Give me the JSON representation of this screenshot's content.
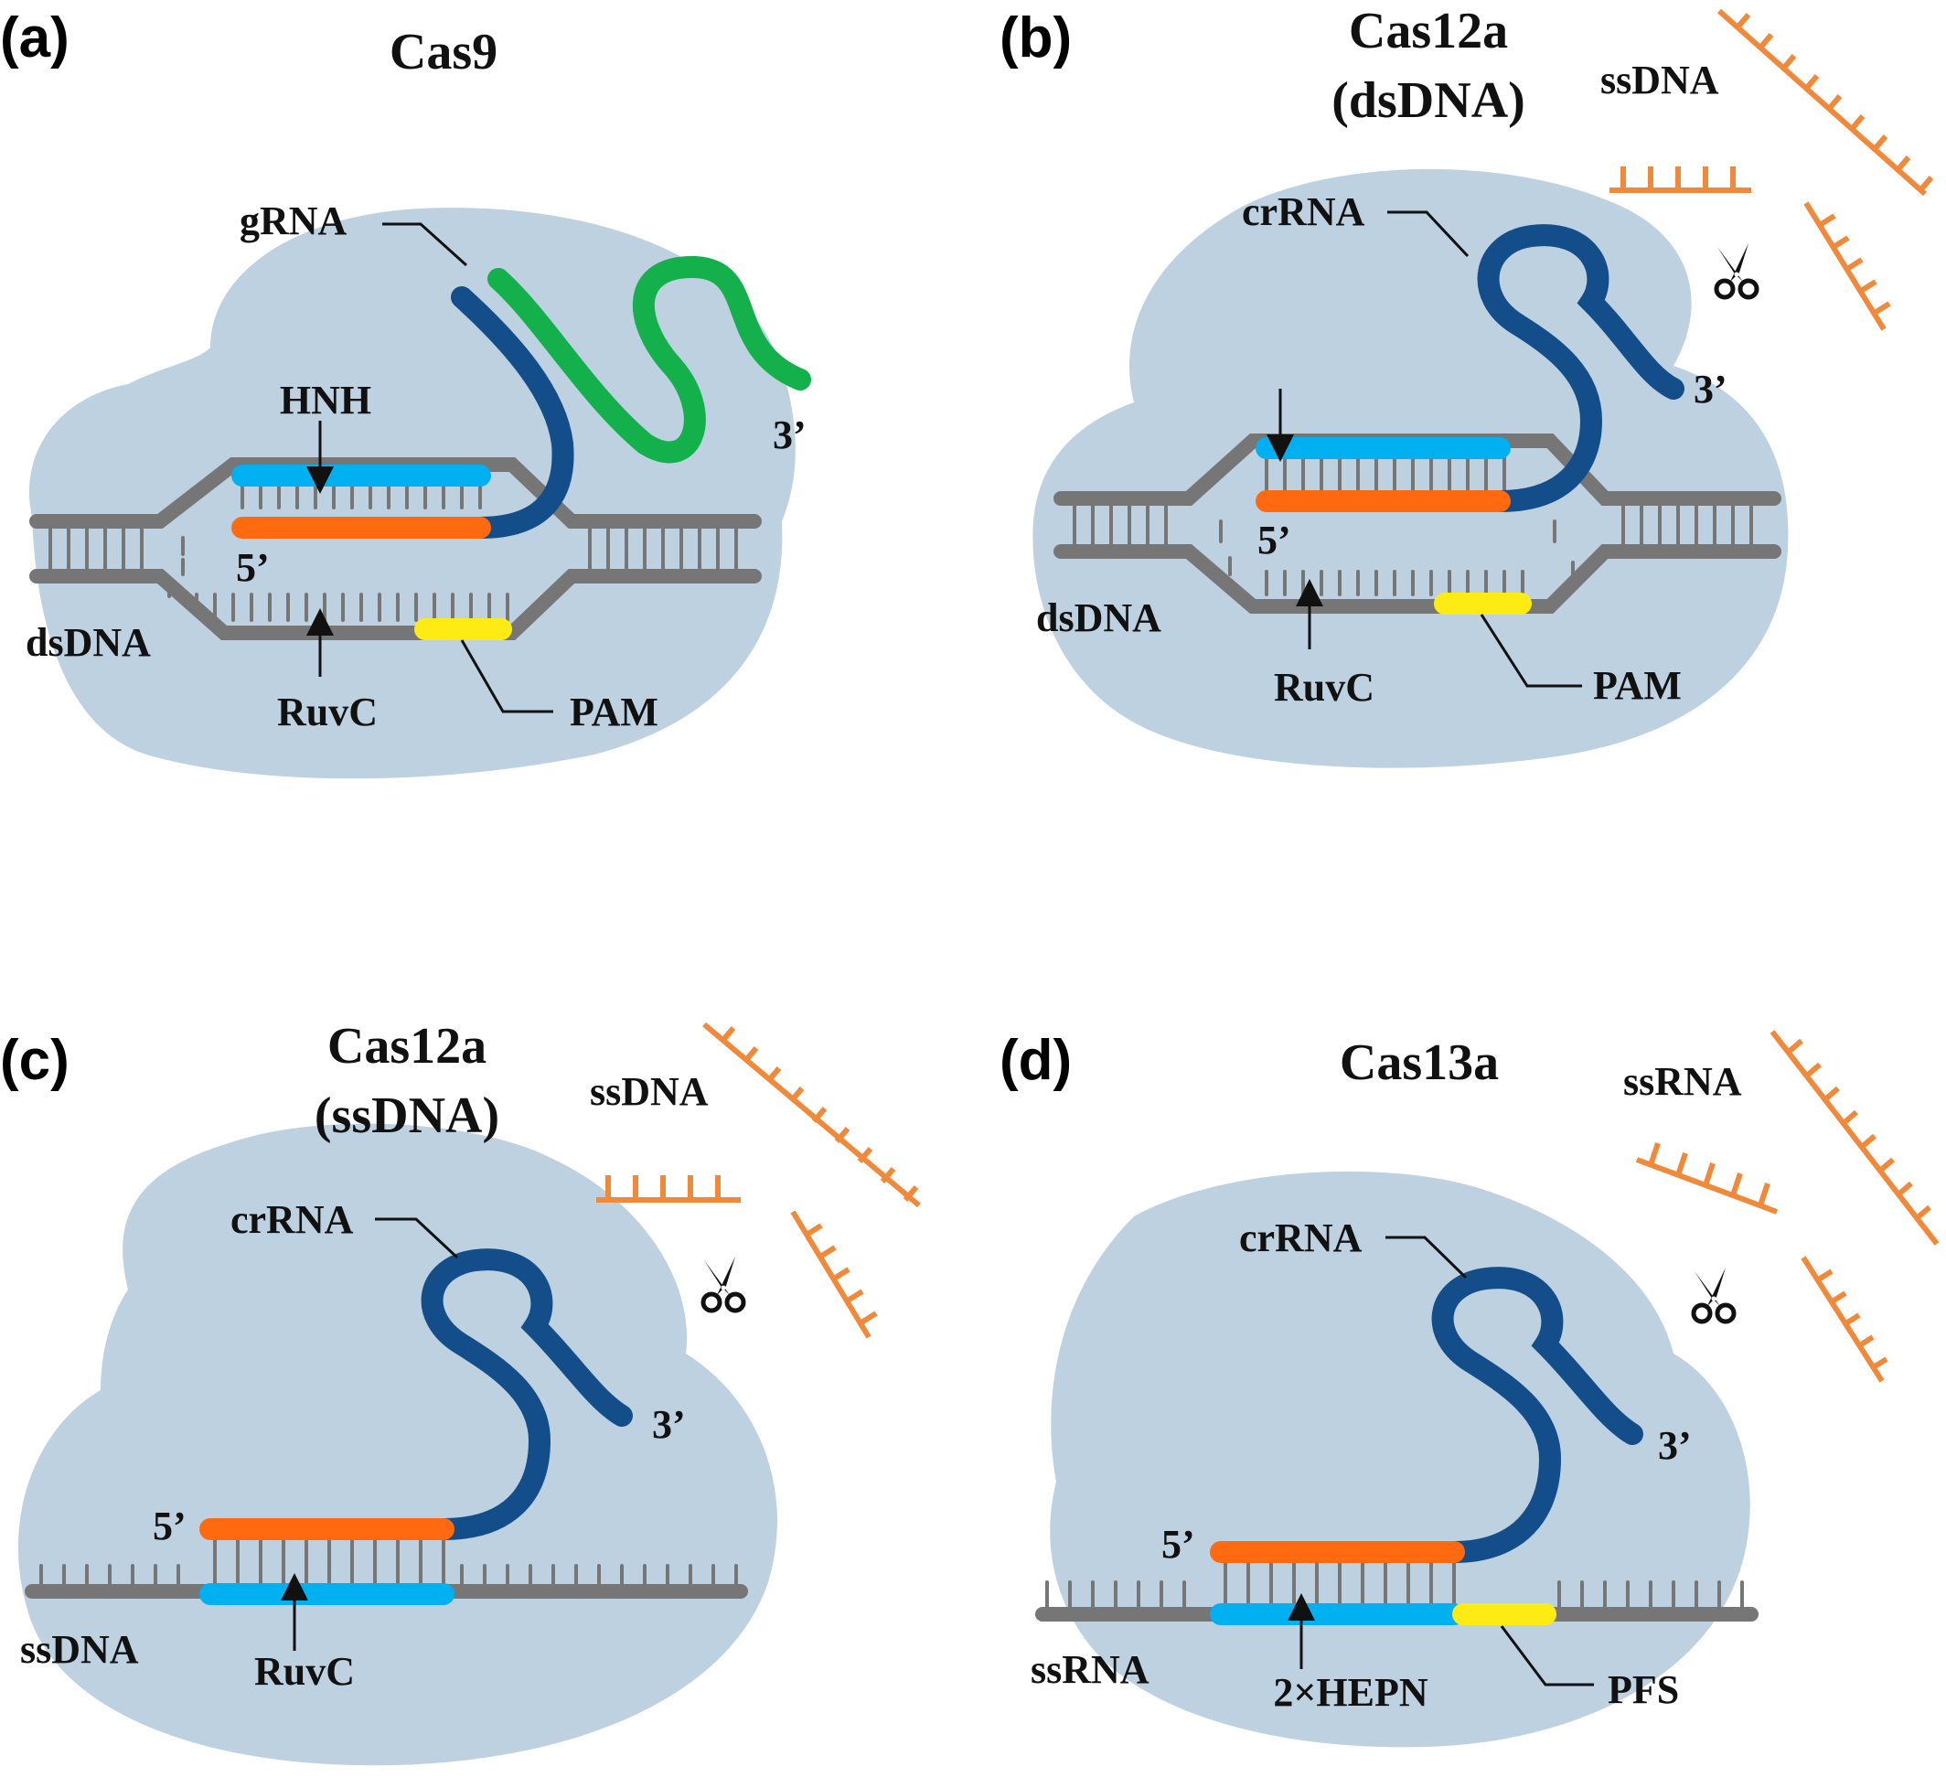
{
  "colors": {
    "blob": "#bdd1e1",
    "dna_backbone": "#767676",
    "target_strand": "#00b0f0",
    "spacer_rna": "#ff6a10",
    "guide_rna": "#144e8a",
    "tracr_rna": "#14b04c",
    "pam": "#ffeb14",
    "collateral_nucleic_acid": "#f08a3a",
    "text": "#111111"
  },
  "icons": {
    "scissors": "scissors-icon",
    "arrow": "arrow-up-icon"
  },
  "panels": [
    {
      "letter": "(a)",
      "title": "Cas9",
      "labels": {
        "guide": "gRNA",
        "three_prime": "3’",
        "five_prime": "5’",
        "hnh": "HNH",
        "substrate": "dsDNA",
        "cleavage": "RuvC",
        "motif": "PAM"
      }
    },
    {
      "letter": "(b)",
      "title_line1": "Cas12a",
      "title_line2": "(dsDNA)",
      "labels": {
        "guide": "crRNA",
        "three_prime": "3’",
        "five_prime": "5’",
        "substrate": "dsDNA",
        "cleavage": "RuvC",
        "motif": "PAM",
        "collateral": "ssDNA"
      }
    },
    {
      "letter": "(c)",
      "title_line1": "Cas12a",
      "title_line2": "(ssDNA)",
      "labels": {
        "guide": "crRNA",
        "three_prime": "3’",
        "five_prime": "5’",
        "substrate": "ssDNA",
        "cleavage": "RuvC",
        "collateral": "ssDNA"
      }
    },
    {
      "letter": "(d)",
      "title": "Cas13a",
      "labels": {
        "guide": "crRNA",
        "three_prime": "3’",
        "five_prime": "5’",
        "substrate": "ssRNA",
        "cleavage": "2×HEPN",
        "motif": "PFS",
        "collateral": "ssRNA"
      }
    }
  ]
}
